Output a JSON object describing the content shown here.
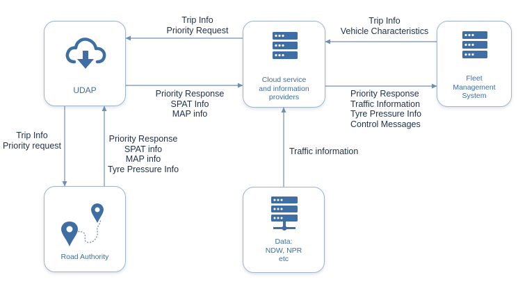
{
  "nodes": {
    "udap": {
      "label": "UDAP"
    },
    "cloud": {
      "label_lines": [
        "Cloud service",
        "and information",
        "providers"
      ]
    },
    "fleet": {
      "label_lines": [
        "Fleet",
        "Management",
        "System"
      ]
    },
    "road": {
      "label": "Road Authority"
    },
    "data": {
      "label_lines": [
        "Data:",
        "NDW, NPR",
        "etc"
      ]
    }
  },
  "edges": {
    "cloud_to_udap": [
      "Trip Info",
      "Priority Request"
    ],
    "udap_to_cloud": [
      "Priority Response",
      "SPAT Info",
      "MAP info"
    ],
    "fleet_to_cloud": [
      "Trip Info",
      "Vehicle Characteristics"
    ],
    "cloud_to_fleet": [
      "Priority Response",
      "Traffic Information",
      "Tyre Pressure Info",
      "Control Messages"
    ],
    "udap_to_road": [
      "Trip Info",
      "Priority request"
    ],
    "road_to_udap": [
      "Priority Response",
      "SPAT info",
      "MAP info",
      "Tyre Pressure Info"
    ],
    "data_to_cloud": [
      "Traffic information"
    ]
  },
  "colors": {
    "arrow": "#6f8fb6",
    "icon": "#3e6ea3",
    "node_border": "#9fb4cc"
  },
  "icons": {
    "udap": "cloud-download-icon",
    "cloud": "server-icon",
    "fleet": "server-icon",
    "road": "map-pins-route-icon",
    "data": "database-server-icon"
  }
}
